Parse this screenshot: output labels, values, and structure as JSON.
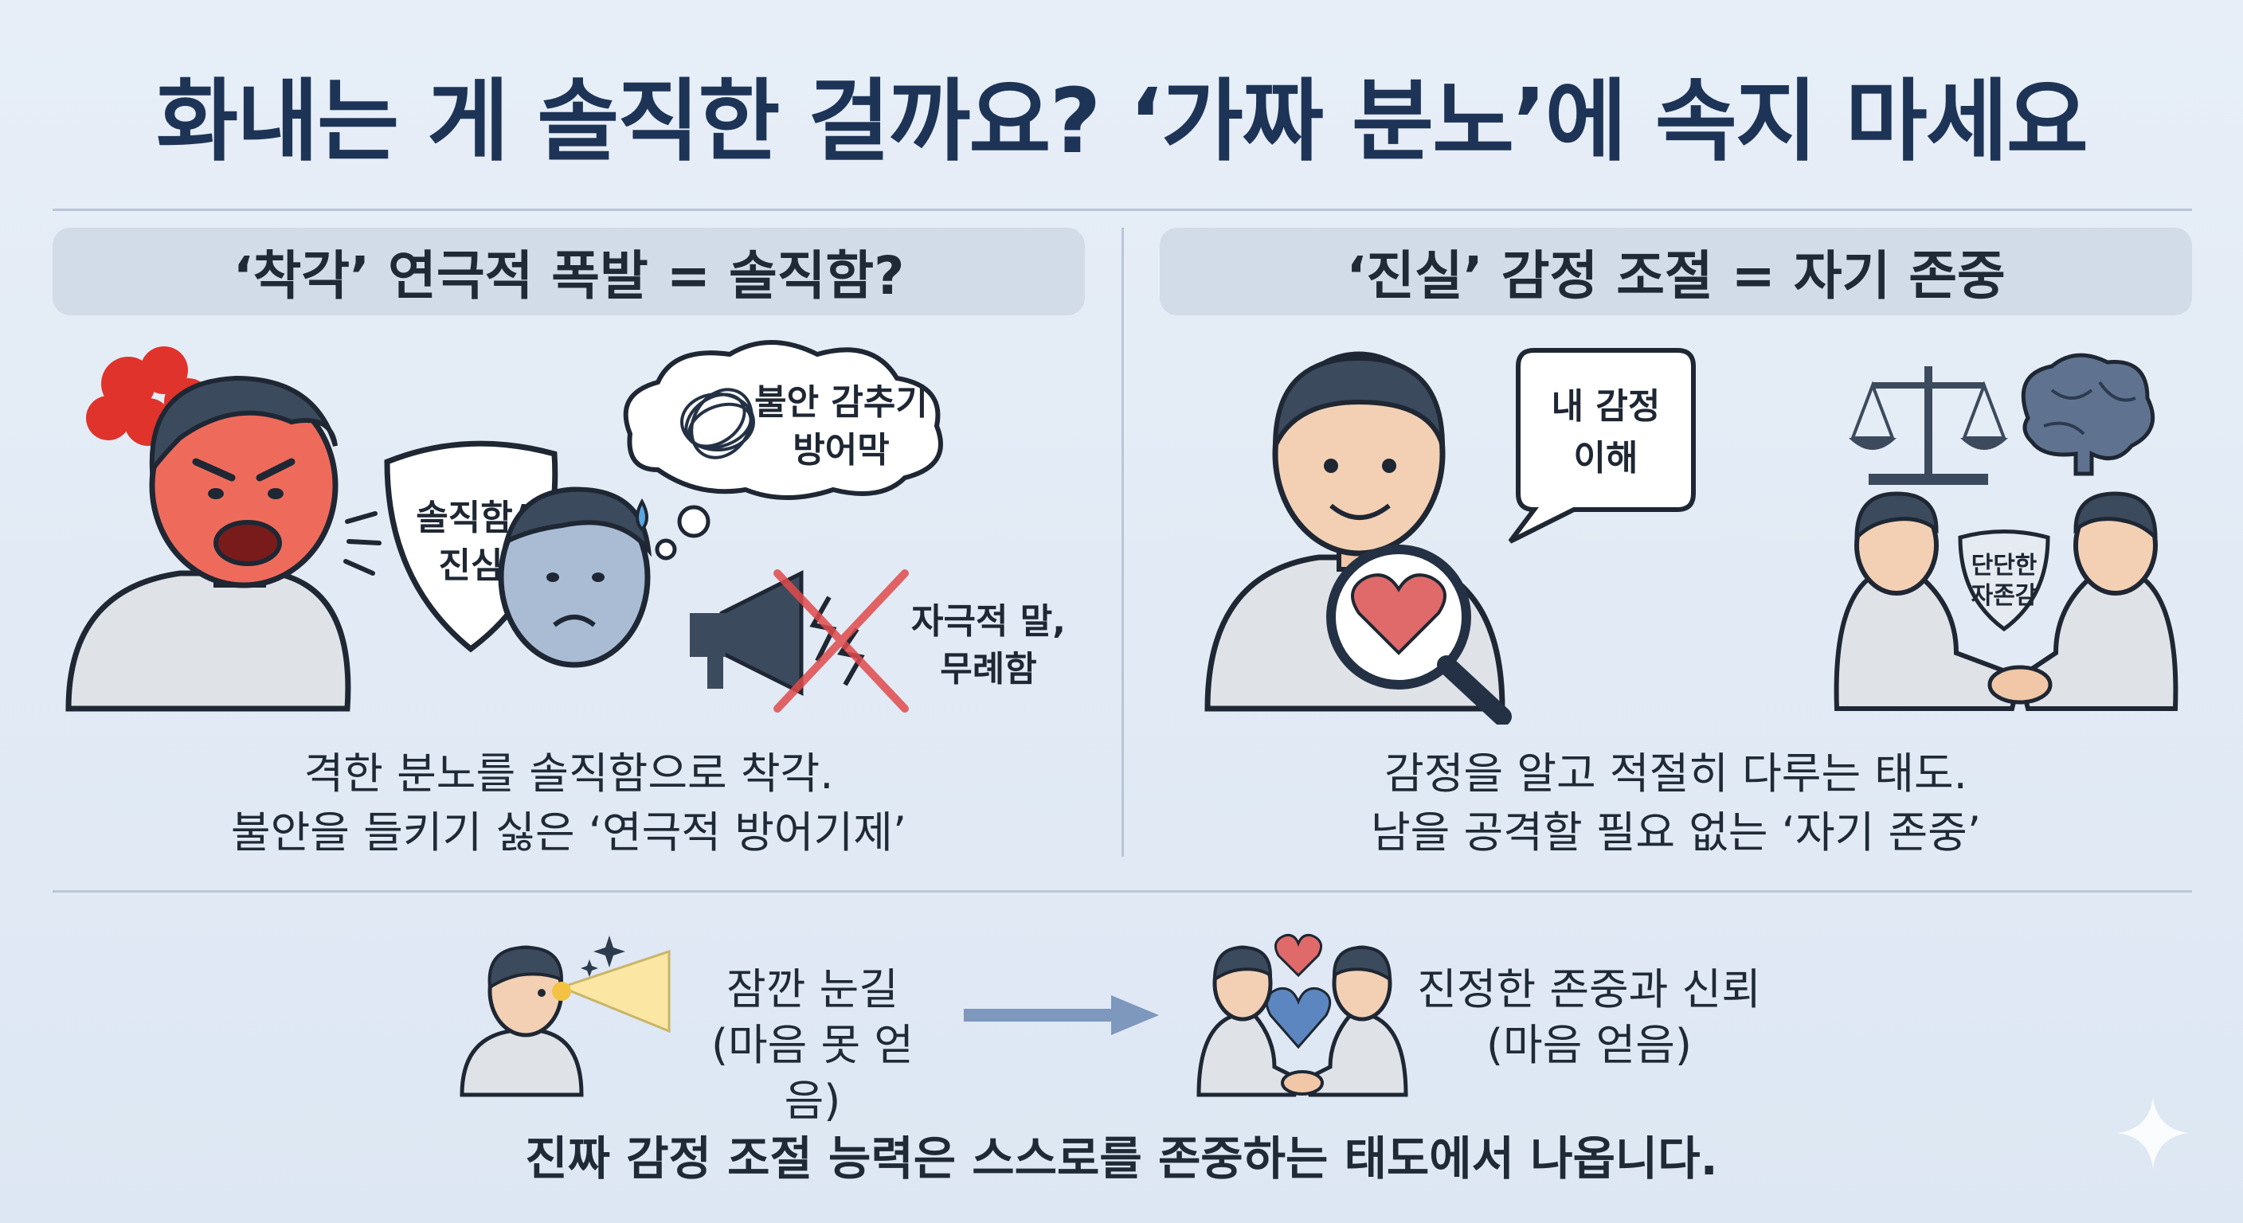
{
  "title": "화내는 게 솔직한 걸까요? ‘가짜 분노’에 속지 마세요",
  "left_panel": {
    "heading": "‘착각’ 연극적 폭발 = 솔직함?",
    "shield_label_line1": "솔직함/",
    "shield_label_line2": "진심",
    "thought_line1": "불안 감추기",
    "thought_line2": "방어막",
    "megaphone_line1": "자극적 말,",
    "megaphone_line2": "무례함",
    "caption_line1": "격한 분노를 솔직함으로 착각.",
    "caption_line2": "불안을 들키기 싫은 ‘연극적 방어기제’"
  },
  "right_panel": {
    "heading": "‘진실’ 감정 조절 = 자기 존중",
    "speech_line1": "내 감정",
    "speech_line2": "이해",
    "shield_line1": "단단한",
    "shield_line2": "자존감",
    "caption_line1": "감정을 알고 적절히 다루는 태도.",
    "caption_line2": "남을 공격할 필요 없는 ‘자기 존중’"
  },
  "bottom": {
    "left_line1": "잠깐 눈길",
    "left_line2": "(마음 못 얻음)",
    "right_line1": "진정한 존중과 신뢰",
    "right_line2": "(마음 얻음)",
    "conclusion": "진짜 감정 조절 능력은 스스로를 존중하는 태도에서 나옵니다."
  },
  "colors": {
    "title": "#1d3457",
    "anger_red": "#e0332b",
    "heart_red": "#e06a6a",
    "heart_blue": "#5b86c0",
    "arrow_blue": "#7d97bd"
  }
}
